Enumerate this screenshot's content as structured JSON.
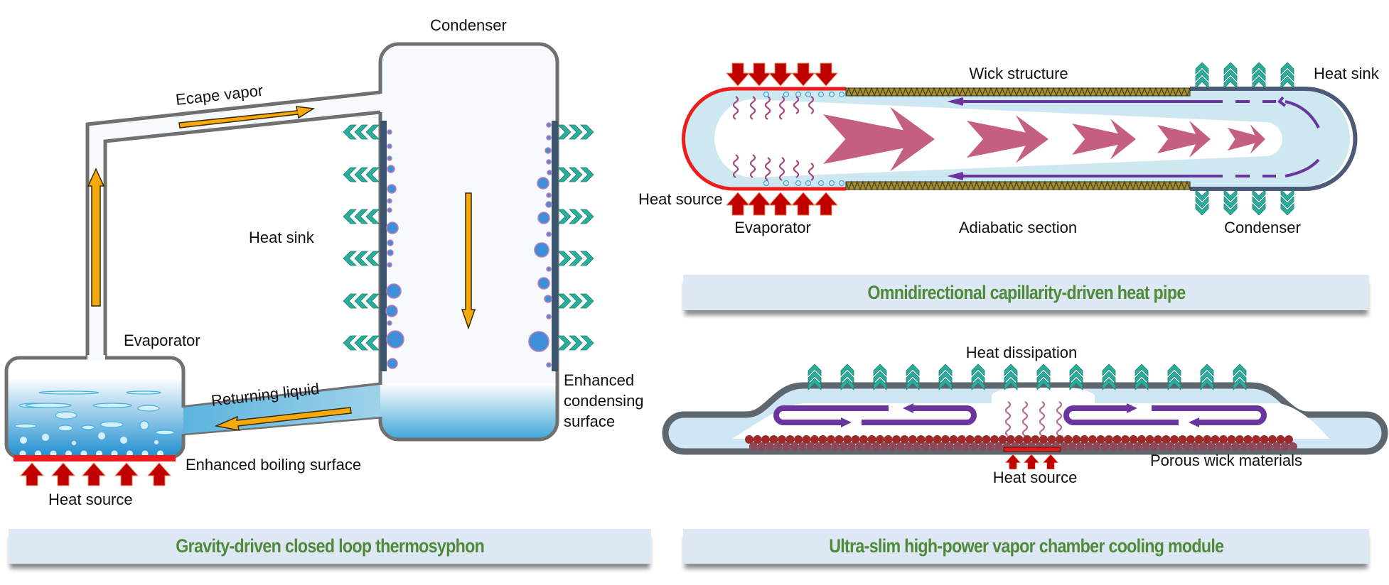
{
  "thermosyphon": {
    "caption": "Gravity-driven closed loop thermosyphon",
    "labels": {
      "condenser": "Condenser",
      "escape_vapor": "Ecape vapor",
      "heat_sink": "Heat sink",
      "evaporator": "Evaporator",
      "returning_liquid": "Returning liquid",
      "enhanced_condensing_1": "Enhanced",
      "enhanced_condensing_2": "condensing",
      "enhanced_condensing_3": "surface",
      "enhanced_boiling": "Enhanced boiling surface",
      "heat_source": "Heat source"
    }
  },
  "heat_pipe": {
    "caption": "Omnidirectional capillarity-driven heat pipe",
    "labels": {
      "wick_structure": "Wick structure",
      "heat_sink": "Heat sink",
      "heat_source": "Heat source",
      "evaporator": "Evaporator",
      "adiabatic_section": "Adiabatic section",
      "condenser": "Condenser"
    }
  },
  "vapor_chamber": {
    "caption": "Ultra-slim high-power vapor chamber cooling module",
    "labels": {
      "heat_dissipation": "Heat dissipation",
      "porous_wick": "Porous wick materials",
      "heat_source": "Heat source"
    }
  },
  "colors": {
    "caption_text": "#4e8a37",
    "caption_bg": "#dde8f4",
    "pipe_wall": "#707070",
    "arrow_orange": "#f6a90f",
    "chevron_teal": "#2aae9c",
    "heat_red": "#c00000",
    "hot_wall": "#ee1c1c",
    "vapor_pink": "#c45f80",
    "liquid_purple": "#6b35a0",
    "wick_brown": "#b38a25",
    "wick_ball": "#9b2a2a"
  }
}
